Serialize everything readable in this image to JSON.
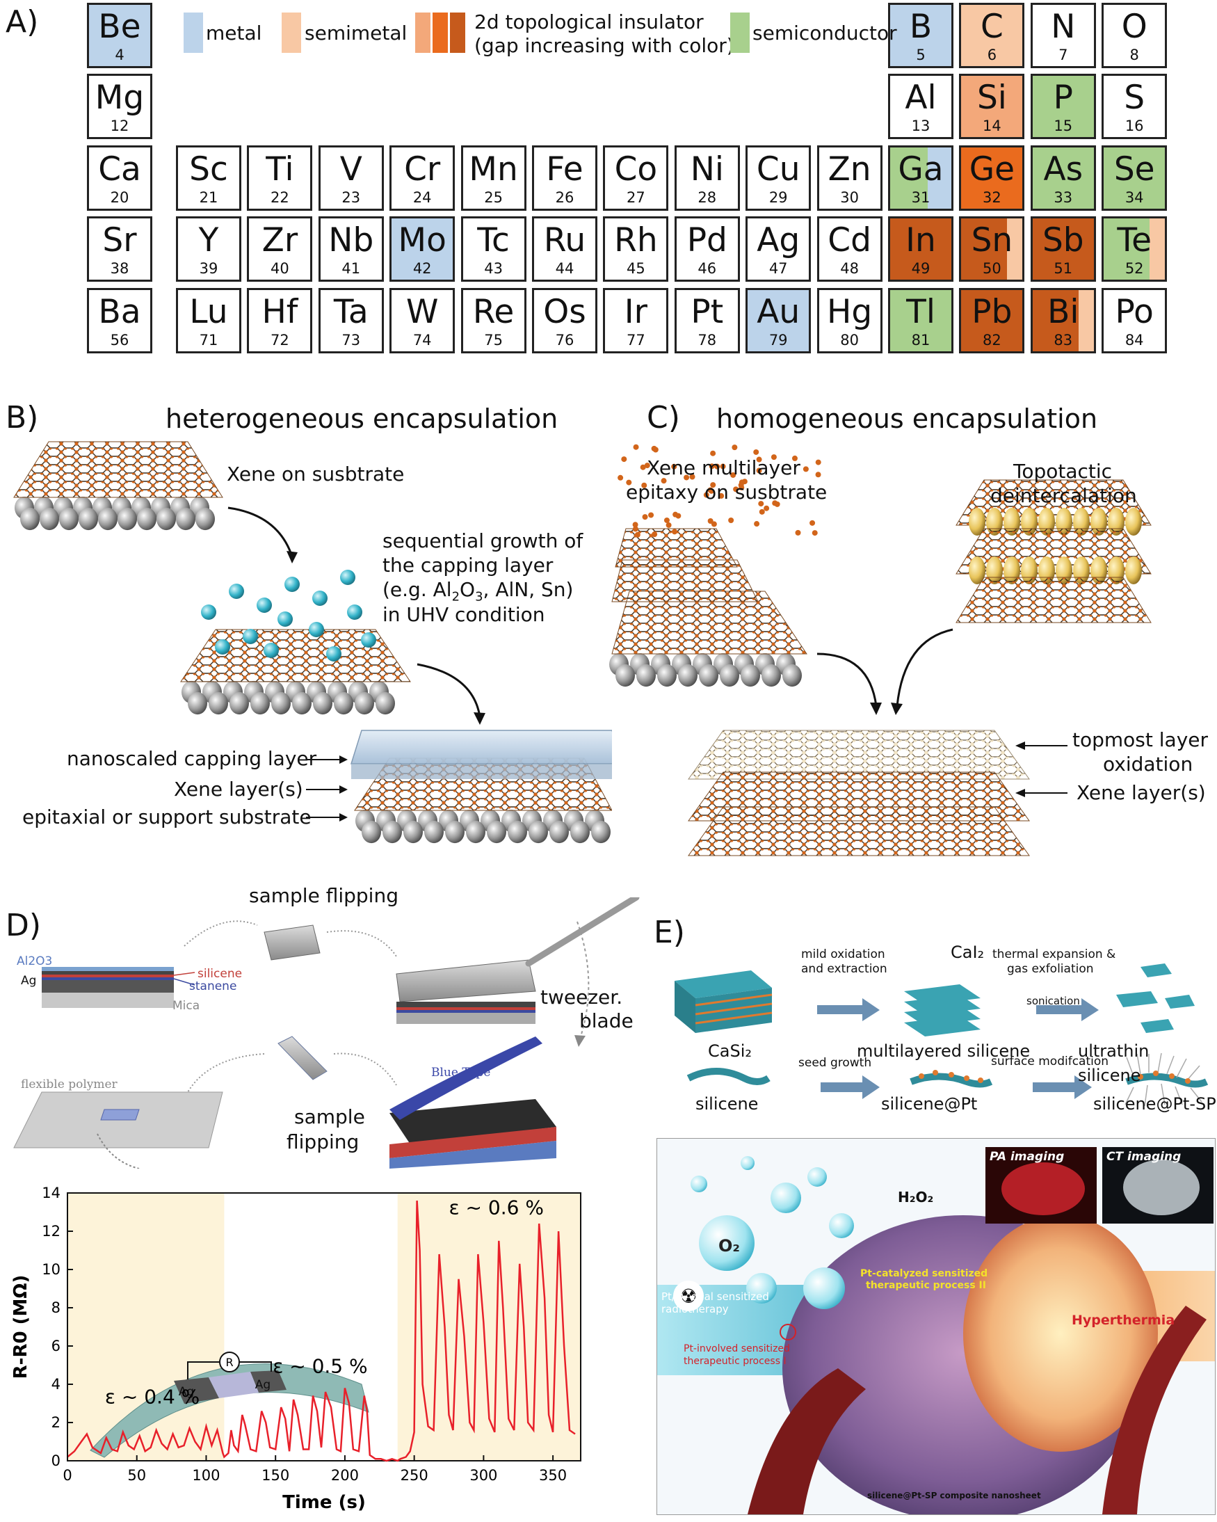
{
  "panelA": {
    "letter": "A)",
    "legend": {
      "metal": "metal",
      "semimetal": "semimetal",
      "ti_line1": "2d topological insulator",
      "ti_line2": "(gap increasing with color)",
      "semiconductor": "semiconductor"
    },
    "colors": {
      "metal": "#bcd3ea",
      "semimetal": "#f8c8a4",
      "ti_light": "#f3a87a",
      "ti_mid": "#ea6b1e",
      "ti_dark": "#c65a1c",
      "semiconductor": "#a8d08d",
      "none": "#ffffff"
    },
    "elements": [
      {
        "sym": "Be",
        "num": "4",
        "fill": "metal"
      },
      {
        "sym": "B",
        "num": "5",
        "fill": "metal"
      },
      {
        "sym": "C",
        "num": "6",
        "fill": "semimetal"
      },
      {
        "sym": "N",
        "num": "7",
        "fill": "none"
      },
      {
        "sym": "O",
        "num": "8",
        "fill": "none"
      },
      {
        "sym": "Mg",
        "num": "12",
        "fill": "none"
      },
      {
        "sym": "Al",
        "num": "13",
        "fill": "none"
      },
      {
        "sym": "Si",
        "num": "14",
        "fill": "ti_light"
      },
      {
        "sym": "P",
        "num": "15",
        "fill": "semiconductor"
      },
      {
        "sym": "S",
        "num": "16",
        "fill": "none"
      },
      {
        "sym": "Ca",
        "num": "20",
        "fill": "none"
      },
      {
        "sym": "Sc",
        "num": "21",
        "fill": "none"
      },
      {
        "sym": "Ti",
        "num": "22",
        "fill": "none"
      },
      {
        "sym": "V",
        "num": "23",
        "fill": "none"
      },
      {
        "sym": "Cr",
        "num": "24",
        "fill": "none"
      },
      {
        "sym": "Mn",
        "num": "25",
        "fill": "none"
      },
      {
        "sym": "Fe",
        "num": "26",
        "fill": "none"
      },
      {
        "sym": "Co",
        "num": "27",
        "fill": "none"
      },
      {
        "sym": "Ni",
        "num": "28",
        "fill": "none"
      },
      {
        "sym": "Cu",
        "num": "29",
        "fill": "none"
      },
      {
        "sym": "Zn",
        "num": "30",
        "fill": "none"
      },
      {
        "sym": "Ga",
        "num": "31",
        "fill": "semiconductor",
        "strip": "metal"
      },
      {
        "sym": "Ge",
        "num": "32",
        "fill": "ti_mid"
      },
      {
        "sym": "As",
        "num": "33",
        "fill": "semiconductor"
      },
      {
        "sym": "Se",
        "num": "34",
        "fill": "semiconductor"
      },
      {
        "sym": "Sr",
        "num": "38",
        "fill": "none"
      },
      {
        "sym": "Y",
        "num": "39",
        "fill": "none"
      },
      {
        "sym": "Zr",
        "num": "40",
        "fill": "none"
      },
      {
        "sym": "Nb",
        "num": "41",
        "fill": "none"
      },
      {
        "sym": "Mo",
        "num": "42",
        "fill": "metal"
      },
      {
        "sym": "Tc",
        "num": "43",
        "fill": "none"
      },
      {
        "sym": "Ru",
        "num": "44",
        "fill": "none"
      },
      {
        "sym": "Rh",
        "num": "45",
        "fill": "none"
      },
      {
        "sym": "Pd",
        "num": "46",
        "fill": "none"
      },
      {
        "sym": "Ag",
        "num": "47",
        "fill": "none"
      },
      {
        "sym": "Cd",
        "num": "48",
        "fill": "none"
      },
      {
        "sym": "In",
        "num": "49",
        "fill": "ti_dark"
      },
      {
        "sym": "Sn",
        "num": "50",
        "fill": "ti_dark",
        "strip": "semimetal"
      },
      {
        "sym": "Sb",
        "num": "51",
        "fill": "ti_dark"
      },
      {
        "sym": "Te",
        "num": "52",
        "fill": "semiconductor",
        "strip": "semimetal"
      },
      {
        "sym": "Ba",
        "num": "56",
        "fill": "none"
      },
      {
        "sym": "Lu",
        "num": "71",
        "fill": "none"
      },
      {
        "sym": "Hf",
        "num": "72",
        "fill": "none"
      },
      {
        "sym": "Ta",
        "num": "73",
        "fill": "none"
      },
      {
        "sym": "W",
        "num": "74",
        "fill": "none"
      },
      {
        "sym": "Re",
        "num": "75",
        "fill": "none"
      },
      {
        "sym": "Os",
        "num": "76",
        "fill": "none"
      },
      {
        "sym": "Ir",
        "num": "77",
        "fill": "none"
      },
      {
        "sym": "Pt",
        "num": "78",
        "fill": "none"
      },
      {
        "sym": "Au",
        "num": "79",
        "fill": "metal"
      },
      {
        "sym": "Hg",
        "num": "80",
        "fill": "none"
      },
      {
        "sym": "Tl",
        "num": "81",
        "fill": "semiconductor"
      },
      {
        "sym": "Pb",
        "num": "82",
        "fill": "ti_dark"
      },
      {
        "sym": "Bi",
        "num": "83",
        "fill": "ti_dark",
        "strip": "semimetal"
      },
      {
        "sym": "Po",
        "num": "84",
        "fill": "none"
      }
    ]
  },
  "panelB": {
    "letter": "B)",
    "title": "heterogeneous encapsulation",
    "xene_on_substrate": "Xene on susbtrate",
    "growth_1": "sequential growth of",
    "growth_2": "the capping layer",
    "growth_3_pre": "(e.g. Al",
    "growth_3_sub1": "2",
    "growth_3_mid": "O",
    "growth_3_sub2": "3",
    "growth_3_post": ", AlN, Sn)",
    "growth_4": "in UHV condition",
    "capping": "nanoscaled capping layer",
    "xene_layers": "Xene layer(s)",
    "substrate": "epitaxial or support substrate"
  },
  "panelC": {
    "letter": "C)",
    "title": "homogeneous encapsulation",
    "multilayer_1": "Xene multilayer",
    "multilayer_2": "epitaxy on susbtrate",
    "topotactic_1": "Topotactic",
    "topotactic_2": "deintercalation",
    "oxidation_1": "topmost layer",
    "oxidation_2": "oxidation",
    "xene_layers": "Xene layer(s)"
  },
  "panelD": {
    "letter": "D)",
    "sample_flipping_top": "sample flipping",
    "al2o3": "Al2O3",
    "ag": "Ag",
    "silicene": "silicene",
    "stanene": "stanene",
    "mica": "Mica",
    "tweezer_1": "tweezer.",
    "tweezer_2": "blade",
    "flexible_polymer": "flexible polymer",
    "sample_flipping_1": "sample",
    "sample_flipping_2": "flipping",
    "blue_tape": "Blue Tape",
    "resistor": "R",
    "electrode_left": "Ag",
    "electrode_right": "Ag",
    "strain_04": "ε ~ 0.4 %",
    "strain_05": "ε ~ 0.5 %",
    "strain_06": "ε ~ 0.6 %"
  },
  "panelE": {
    "letter": "E)",
    "casi2": "CaSi₂",
    "step1_1": "mild oxidation",
    "step1_2": "and extraction",
    "cai2": "CaI₂",
    "multilayered": "multilayered silicene",
    "step2_1": "thermal expansion &",
    "step2_2": "gas exfoliation",
    "sonication": "sonication",
    "ultrathin": "ultrathin silicene",
    "silicene": "silicene",
    "seed_growth": "seed growth",
    "silicene_pt": "silicene@Pt",
    "surface_mod": "surface modifcation",
    "silicene_pt_sp": "silicene@Pt-SP",
    "pa_imaging": "PA imaging",
    "ct_imaging": "CT imaging",
    "h2o2": "H₂O₂",
    "o2": "O₂",
    "pt_catalyzed_1": "Pt-catalyzed sensitized",
    "pt_catalyzed_2": "therapeutic process II",
    "dual_1": "Pt/O₂ dual sensitized",
    "dual_2": "radiotherapy",
    "hyperthermia": "Hyperthermia",
    "pt_involved_1": "Pt-involved sensitized",
    "pt_involved_2": "therapeutic process I",
    "composite": "silicene@Pt-SP composite nanosheet"
  },
  "chart_data": {
    "type": "line",
    "xlabel": "Time (s)",
    "ylabel": "R-R0 (MΩ)",
    "xlim": [
      0,
      370
    ],
    "ylim": [
      0,
      14
    ],
    "xticks": [
      "0",
      "50",
      "100",
      "150",
      "200",
      "250",
      "300",
      "350"
    ],
    "yticks": [
      "0",
      "2",
      "4",
      "6",
      "8",
      "10",
      "12",
      "14"
    ],
    "shaded_regions": [
      [
        0,
        113
      ],
      [
        238,
        370
      ]
    ],
    "series": [
      {
        "color": "#e8202a",
        "x": [
          0,
          5,
          10,
          14,
          18,
          24,
          28,
          32,
          36,
          40,
          44,
          48,
          52,
          56,
          60,
          64,
          68,
          72,
          76,
          80,
          84,
          88,
          92,
          96,
          100,
          104,
          108,
          112,
          113,
          116,
          118,
          120,
          123,
          126,
          128,
          132,
          136,
          140,
          143,
          146,
          150,
          154,
          157,
          160,
          163,
          166,
          170,
          174,
          177,
          180,
          183,
          186,
          190,
          194,
          197,
          200,
          203,
          206,
          210,
          214,
          216,
          218,
          222,
          226,
          230,
          234,
          238,
          240,
          244,
          247,
          250,
          252,
          254,
          256,
          260,
          264,
          268,
          272,
          275,
          278,
          282,
          286,
          290,
          293,
          296,
          300,
          304,
          308,
          311,
          314,
          318,
          322,
          326,
          329,
          332,
          336,
          340,
          344,
          347,
          350,
          354,
          358,
          362,
          366
        ],
        "y": [
          0.2,
          0.5,
          1.0,
          1.4,
          0.7,
          0.4,
          1.2,
          0.6,
          0.5,
          1.5,
          0.8,
          0.6,
          1.3,
          0.5,
          0.7,
          1.6,
          0.9,
          0.6,
          1.4,
          0.7,
          0.8,
          1.7,
          1.0,
          0.6,
          1.8,
          0.8,
          1.6,
          0.4,
          0.2,
          0.4,
          1.6,
          0.8,
          0.5,
          2.4,
          1.9,
          0.6,
          0.5,
          2.6,
          2.0,
          0.7,
          0.6,
          2.8,
          2.2,
          0.5,
          3.2,
          2.4,
          0.6,
          0.6,
          3.4,
          2.6,
          0.7,
          3.6,
          2.8,
          0.6,
          0.5,
          3.8,
          3.0,
          0.6,
          0.5,
          3.4,
          2.6,
          0.3,
          0.1,
          0.1,
          0.0,
          0.1,
          0.0,
          0.1,
          0.2,
          0.5,
          1.5,
          13.6,
          11.0,
          4.0,
          1.8,
          1.6,
          10.8,
          7.0,
          2.4,
          1.6,
          9.5,
          6.5,
          2.0,
          1.6,
          10.8,
          7.2,
          2.2,
          1.5,
          11.5,
          8.0,
          2.2,
          1.6,
          10.3,
          7.0,
          2.0,
          1.6,
          12.4,
          8.5,
          2.4,
          1.5,
          12.0,
          6.0,
          1.6,
          1.4
        ]
      }
    ]
  }
}
